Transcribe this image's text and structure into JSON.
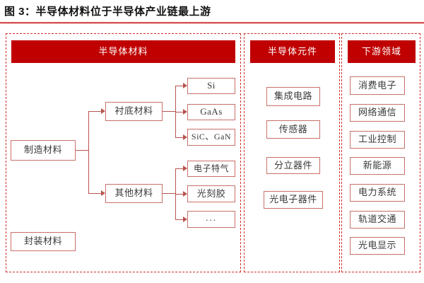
{
  "figure": {
    "title": "图 3：半导体材料位于半导体产业链最上游"
  },
  "colors": {
    "header_bg": "#c00000",
    "header_fg": "#ffffff",
    "box_border": "#c9706a",
    "box_fg": "#3a3a3a",
    "dashed_border": "#d02b2b",
    "connector": "#b85450",
    "title_underline": "#d65555"
  },
  "panels": {
    "materials": {
      "header": "半导体材料",
      "root": "制造材料",
      "packaging": "封装材料",
      "substrate": {
        "label": "衬底材料",
        "children": [
          "Si",
          "GaAs",
          "SiC、GaN"
        ]
      },
      "other": {
        "label": "其他材料",
        "children": [
          "电子特气",
          "光刻胶",
          "..."
        ]
      }
    },
    "components": {
      "header": "半导体元件",
      "items": [
        "集成电路",
        "传感器",
        "分立器件",
        "光电子器件"
      ]
    },
    "downstream": {
      "header": "下游领域",
      "items": [
        "消费电子",
        "网络通信",
        "工业控制",
        "新能源",
        "电力系统",
        "轨道交通",
        "光电显示"
      ]
    }
  }
}
